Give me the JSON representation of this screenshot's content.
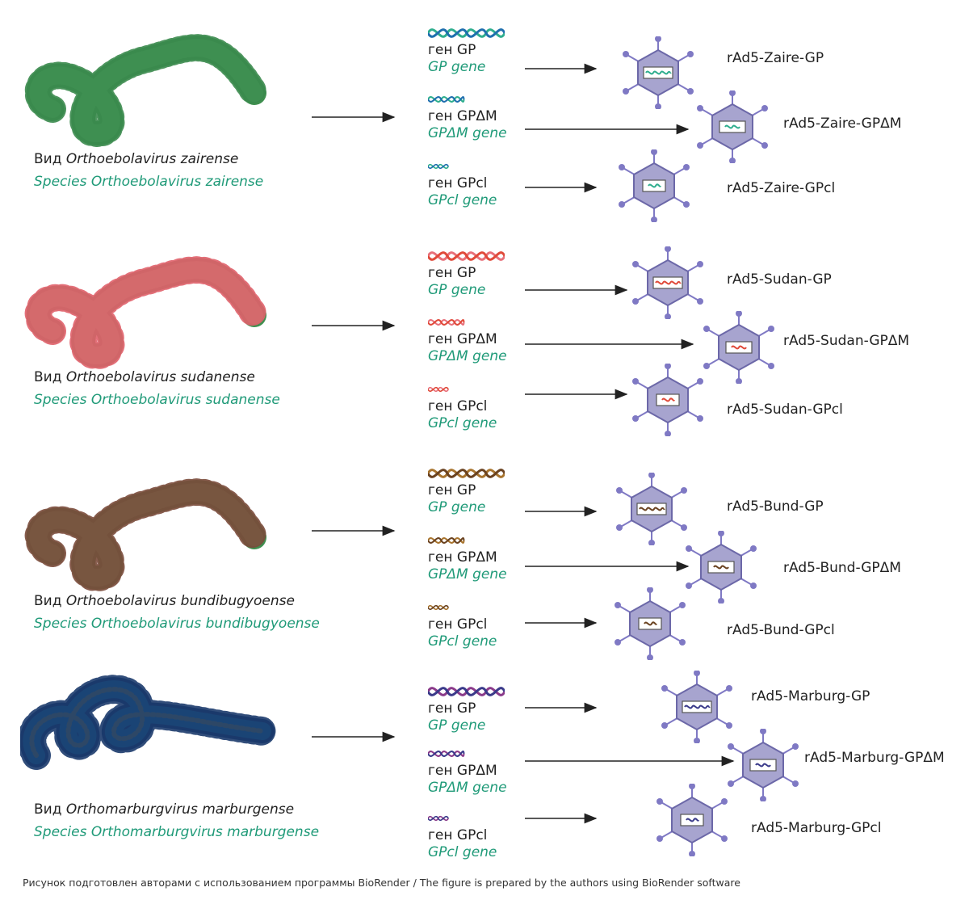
{
  "colors": {
    "ebola_body": "#5fb36f",
    "ebola_edge": "#3f8f4f",
    "marburg_body": "#1aa7c9",
    "marburg_edge": "#1b3a6b",
    "species_en": "#1f9a78",
    "vector_hex": "#a7a4cf",
    "vector_spike": "#7f79c4"
  },
  "rows": [
    {
      "species_ru_prefix": "Вид",
      "species_name": "Orthoebolavirus zairense",
      "species_en": "Species Orthoebolavirus zairense",
      "virus_icon": "ebola-virus-icon",
      "spike_color": "#3a8a4c",
      "dna_color": "#2fae8e",
      "dna_color2": "#1f6fae",
      "genes": [
        {
          "ru": "ген GP",
          "en": "GP gene",
          "vector": "rAd5-Zaire-GP"
        },
        {
          "ru": "ген GPΔM",
          "en": "GPΔM gene",
          "vector": "rAd5-Zaire-GPΔM"
        },
        {
          "ru": "ген GPcl",
          "en": "GPcl gene",
          "vector": "rAd5-Zaire-GPcl"
        }
      ]
    },
    {
      "species_ru_prefix": "Вид",
      "species_name": "Orthoebolavirus sudanense",
      "species_en": "Species Orthoebolavirus sudanense",
      "virus_icon": "ebola-virus-icon",
      "spike_color": "#e0606a",
      "dna_color": "#e8707a",
      "dna_color2": "#e04a3a",
      "genes": [
        {
          "ru": "ген GP",
          "en": "GP gene",
          "vector": "rAd5-Sudan-GP"
        },
        {
          "ru": "ген GPΔM",
          "en": "GPΔM gene",
          "vector": "rAd5-Sudan-GPΔM"
        },
        {
          "ru": "ген GPcl",
          "en": "GPcl gene",
          "vector": "rAd5-Sudan-GPcl"
        }
      ]
    },
    {
      "species_ru_prefix": "Вид",
      "species_name": "Orthoebolavirus bundibugyoense",
      "species_en": "Species Orthoebolavirus bundibugyoense",
      "virus_icon": "ebola-virus-icon",
      "spike_color": "#7a4a3a",
      "dna_color": "#a8742e",
      "dna_color2": "#6a4220",
      "genes": [
        {
          "ru": "ген GP",
          "en": "GP gene",
          "vector": "rAd5-Bund-GP"
        },
        {
          "ru": "ген GPΔM",
          "en": "GPΔM gene",
          "vector": "rAd5-Bund-GPΔM"
        },
        {
          "ru": "ген GPcl",
          "en": "GPcl gene",
          "vector": "rAd5-Bund-GPcl"
        }
      ]
    },
    {
      "species_ru_prefix": "Вид",
      "species_name": "Orthomarburgvirus marburgense",
      "species_en": "Species Orthomarburgvirus marburgense",
      "virus_icon": "marburg-virus-icon",
      "spike_color": "#1b3a6b",
      "dna_color": "#8a3a8a",
      "dna_color2": "#3a3a8a",
      "genes": [
        {
          "ru": "ген GP",
          "en": "GP gene",
          "vector": "rAd5-Marburg-GP"
        },
        {
          "ru": "ген GPΔM",
          "en": "GPΔM gene",
          "vector": "rAd5-Marburg-GPΔM"
        },
        {
          "ru": "ген GPcl",
          "en": "GPcl gene",
          "vector": "rAd5-Marburg-GPcl"
        }
      ]
    }
  ],
  "caption": "Рисунок подготовлен авторами с использованием программы BioRender / The figure is prepared by the authors using BioRender software"
}
